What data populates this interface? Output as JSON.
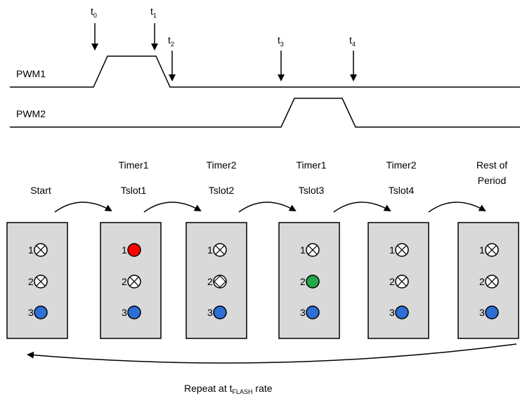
{
  "timing": {
    "signals": [
      {
        "name": "PWM1"
      },
      {
        "name": "PWM2"
      }
    ],
    "markers": [
      {
        "base": "t",
        "sub": "0"
      },
      {
        "base": "t",
        "sub": "1"
      },
      {
        "base": "t",
        "sub": "2"
      },
      {
        "base": "t",
        "sub": "3"
      },
      {
        "base": "t",
        "sub": "4"
      }
    ]
  },
  "panels": [
    {
      "timer": "",
      "slot": "Start",
      "leds": [
        "off-x",
        "off-x",
        "blue"
      ]
    },
    {
      "timer": "Timer1",
      "slot": "Tslot1",
      "leds": [
        "red",
        "off-x-rot",
        "blue"
      ]
    },
    {
      "timer": "Timer2",
      "slot": "Tslot2",
      "leds": [
        "off-x-rot",
        "off-diamond",
        "blue"
      ]
    },
    {
      "timer": "Timer1",
      "slot": "Tslot3",
      "leds": [
        "off-x-rot",
        "green",
        "blue"
      ]
    },
    {
      "timer": "Timer2",
      "slot": "Tslot4",
      "leds": [
        "off-x",
        "off-x",
        "blue"
      ]
    },
    {
      "timer": "Rest of",
      "slot": "Period",
      "leds": [
        "off-x-rot",
        "off-x-rot",
        "blue"
      ]
    }
  ],
  "led_numbers": [
    "1",
    "2",
    "3"
  ],
  "repeat": {
    "prefix": "Repeat at t",
    "sub": "FLASH",
    "suffix": " rate"
  },
  "colors": {
    "red": "#ff0000",
    "green": "#22a84a",
    "blue": "#2e6fd6",
    "panel": "#d9d9d9"
  }
}
